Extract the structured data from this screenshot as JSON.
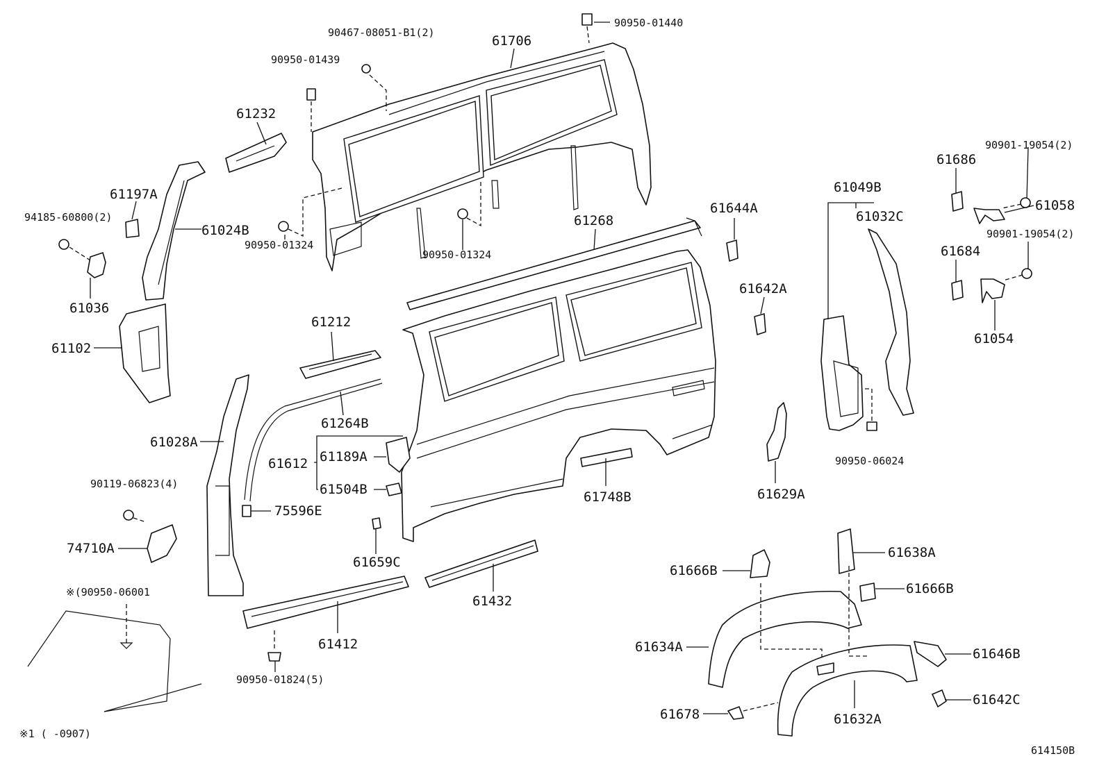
{
  "diagram_id": "614150B",
  "footnote": "※1 (      -0907)",
  "labels": {
    "p61706": "61706",
    "p90950_01440": "90950-01440",
    "p90467": "90467-08051-B1(2)",
    "p90950_01439": "90950-01439",
    "p61232": "61232",
    "p61197A": "61197A",
    "p94185": "94185-60800(2)",
    "p61024B": "61024B",
    "p90950_01324a": "90950-01324",
    "p90950_01324b": "90950-01324",
    "p61036": "61036",
    "p61102": "61102",
    "p61268": "61268",
    "p61644A": "61644A",
    "p61642A": "61642A",
    "p61049B": "61049B",
    "p61032C": "61032C",
    "p61686": "61686",
    "p90901a": "90901-19054(2)",
    "p61058": "61058",
    "p90901b": "90901-19054(2)",
    "p61684": "61684",
    "p61054": "61054",
    "p61212": "61212",
    "p61264B": "61264B",
    "p61028A": "61028A",
    "p61612": "61612",
    "p61189A": "61189A",
    "p61504B": "61504B",
    "p75596E": "75596E",
    "p90119": "90119-06823(4)",
    "p74710A": "74710A",
    "p61659C": "61659C",
    "p61748B": "61748B",
    "p61629A": "61629A",
    "p90950_06024": "90950-06024",
    "p61638A": "61638A",
    "p61666B_a": "61666B",
    "p61666B_b": "61666B",
    "p90950_06001": "※(90950-06001",
    "p61432": "61432",
    "p61412": "61412",
    "p90950_01824": "90950-01824(5)",
    "p61634A": "61634A",
    "p61646B": "61646B",
    "p61642C": "61642C",
    "p61678": "61678",
    "p61632A": "61632A"
  }
}
